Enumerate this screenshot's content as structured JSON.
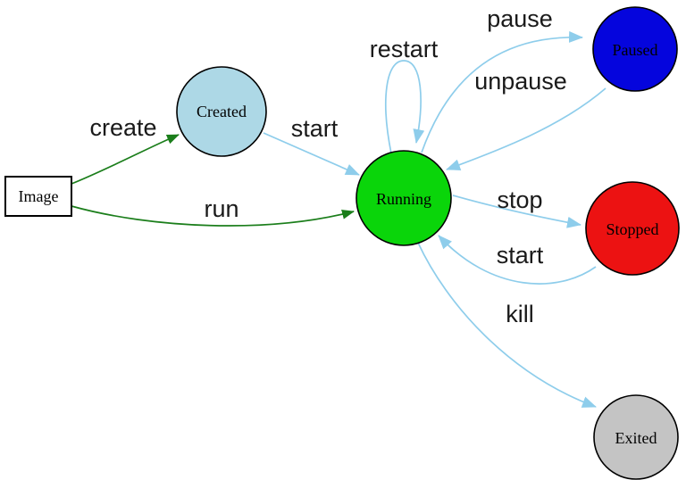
{
  "diagram": {
    "background": "#ffffff",
    "colors": {
      "edge_blue": "#8ecdeb",
      "edge_green": "#1b7e1b",
      "text": "#000000"
    },
    "nodes": [
      {
        "id": "image",
        "label": "Image",
        "shape": "rectangle",
        "fill": "#ffffff",
        "stroke": "#2626cc"
      },
      {
        "id": "created",
        "label": "Created",
        "shape": "circle",
        "fill": "#add8e6",
        "stroke": "#000000"
      },
      {
        "id": "running",
        "label": "Running",
        "shape": "circle",
        "fill": "#0ad50a",
        "stroke": "#000000"
      },
      {
        "id": "paused",
        "label": "Paused",
        "shape": "circle",
        "fill": "#0505dd",
        "stroke": "#000000"
      },
      {
        "id": "stopped",
        "label": "Stopped",
        "shape": "circle",
        "fill": "#ec1212",
        "stroke": "#000000"
      },
      {
        "id": "exited",
        "label": "Exited",
        "shape": "circle",
        "fill": "#c4c4c4",
        "stroke": "#000000"
      }
    ],
    "edges": [
      {
        "id": "create",
        "label": "create",
        "from": "image",
        "to": "created",
        "color": "#1b7e1b"
      },
      {
        "id": "run",
        "label": "run",
        "from": "image",
        "to": "running",
        "color": "#1b7e1b"
      },
      {
        "id": "start-created",
        "label": "start",
        "from": "created",
        "to": "running",
        "color": "#8ecdeb"
      },
      {
        "id": "restart",
        "label": "restart",
        "from": "running",
        "to": "running",
        "color": "#8ecdeb"
      },
      {
        "id": "pause",
        "label": "pause",
        "from": "running",
        "to": "paused",
        "color": "#8ecdeb"
      },
      {
        "id": "unpause",
        "label": "unpause",
        "from": "paused",
        "to": "running",
        "color": "#8ecdeb"
      },
      {
        "id": "stop",
        "label": "stop",
        "from": "running",
        "to": "stopped",
        "color": "#8ecdeb"
      },
      {
        "id": "start-stopped",
        "label": "start",
        "from": "stopped",
        "to": "running",
        "color": "#8ecdeb"
      },
      {
        "id": "kill",
        "label": "kill",
        "from": "running",
        "to": "exited",
        "color": "#8ecdeb"
      }
    ]
  }
}
